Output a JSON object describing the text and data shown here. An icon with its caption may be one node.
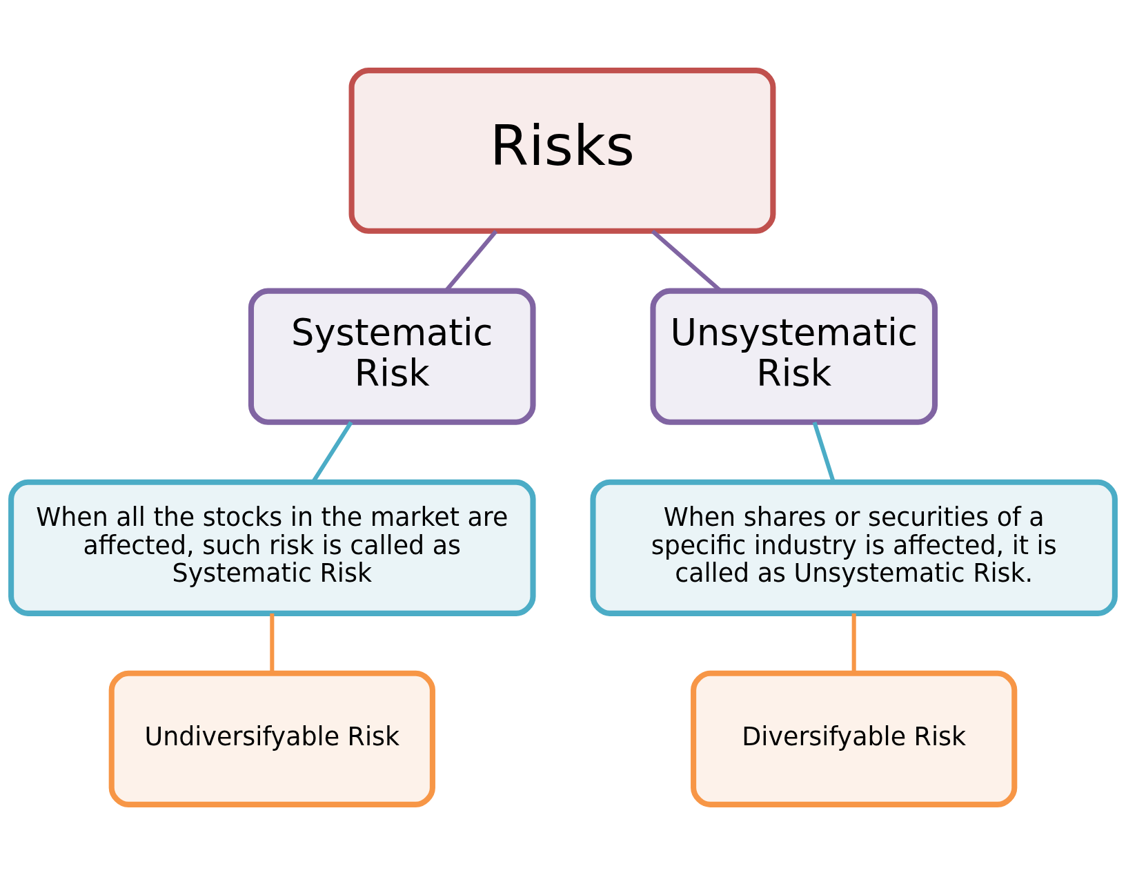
{
  "diagram": {
    "nodes": [
      {
        "text": [
          "Risks"
        ]
      },
      {
        "text": [
          "Systematic Risk"
        ]
      },
      {
        "text": [
          "Unsystematic Risk"
        ]
      },
      {
        "text": [
          "When all the stocks in the market are affected, such risk is called as Systematic Risk"
        ]
      },
      {
        "text": [
          "When shares or securities of a specific industry is affected, it is called as Unsystematic Risk."
        ]
      },
      {
        "text": [
          "Undiversifyable Risk"
        ]
      },
      {
        "text": [
          "Diversifyable Risk"
        ]
      }
    ],
    "edges": [
      {
        "from": 0,
        "to": 1,
        "arrow": "none",
        "color": "#8064a2"
      },
      {
        "from": 0,
        "to": 2,
        "arrow": "none",
        "color": "#8064a2"
      },
      {
        "from": 1,
        "to": 3,
        "arrow": "none",
        "color": "#4bacc6"
      },
      {
        "from": 2,
        "to": 4,
        "arrow": "none",
        "color": "#4bacc6"
      },
      {
        "from": 3,
        "to": 5,
        "arrow": "none",
        "color": "#f79646"
      },
      {
        "from": 4,
        "to": 6,
        "arrow": "none",
        "color": "#f79646"
      }
    ]
  }
}
